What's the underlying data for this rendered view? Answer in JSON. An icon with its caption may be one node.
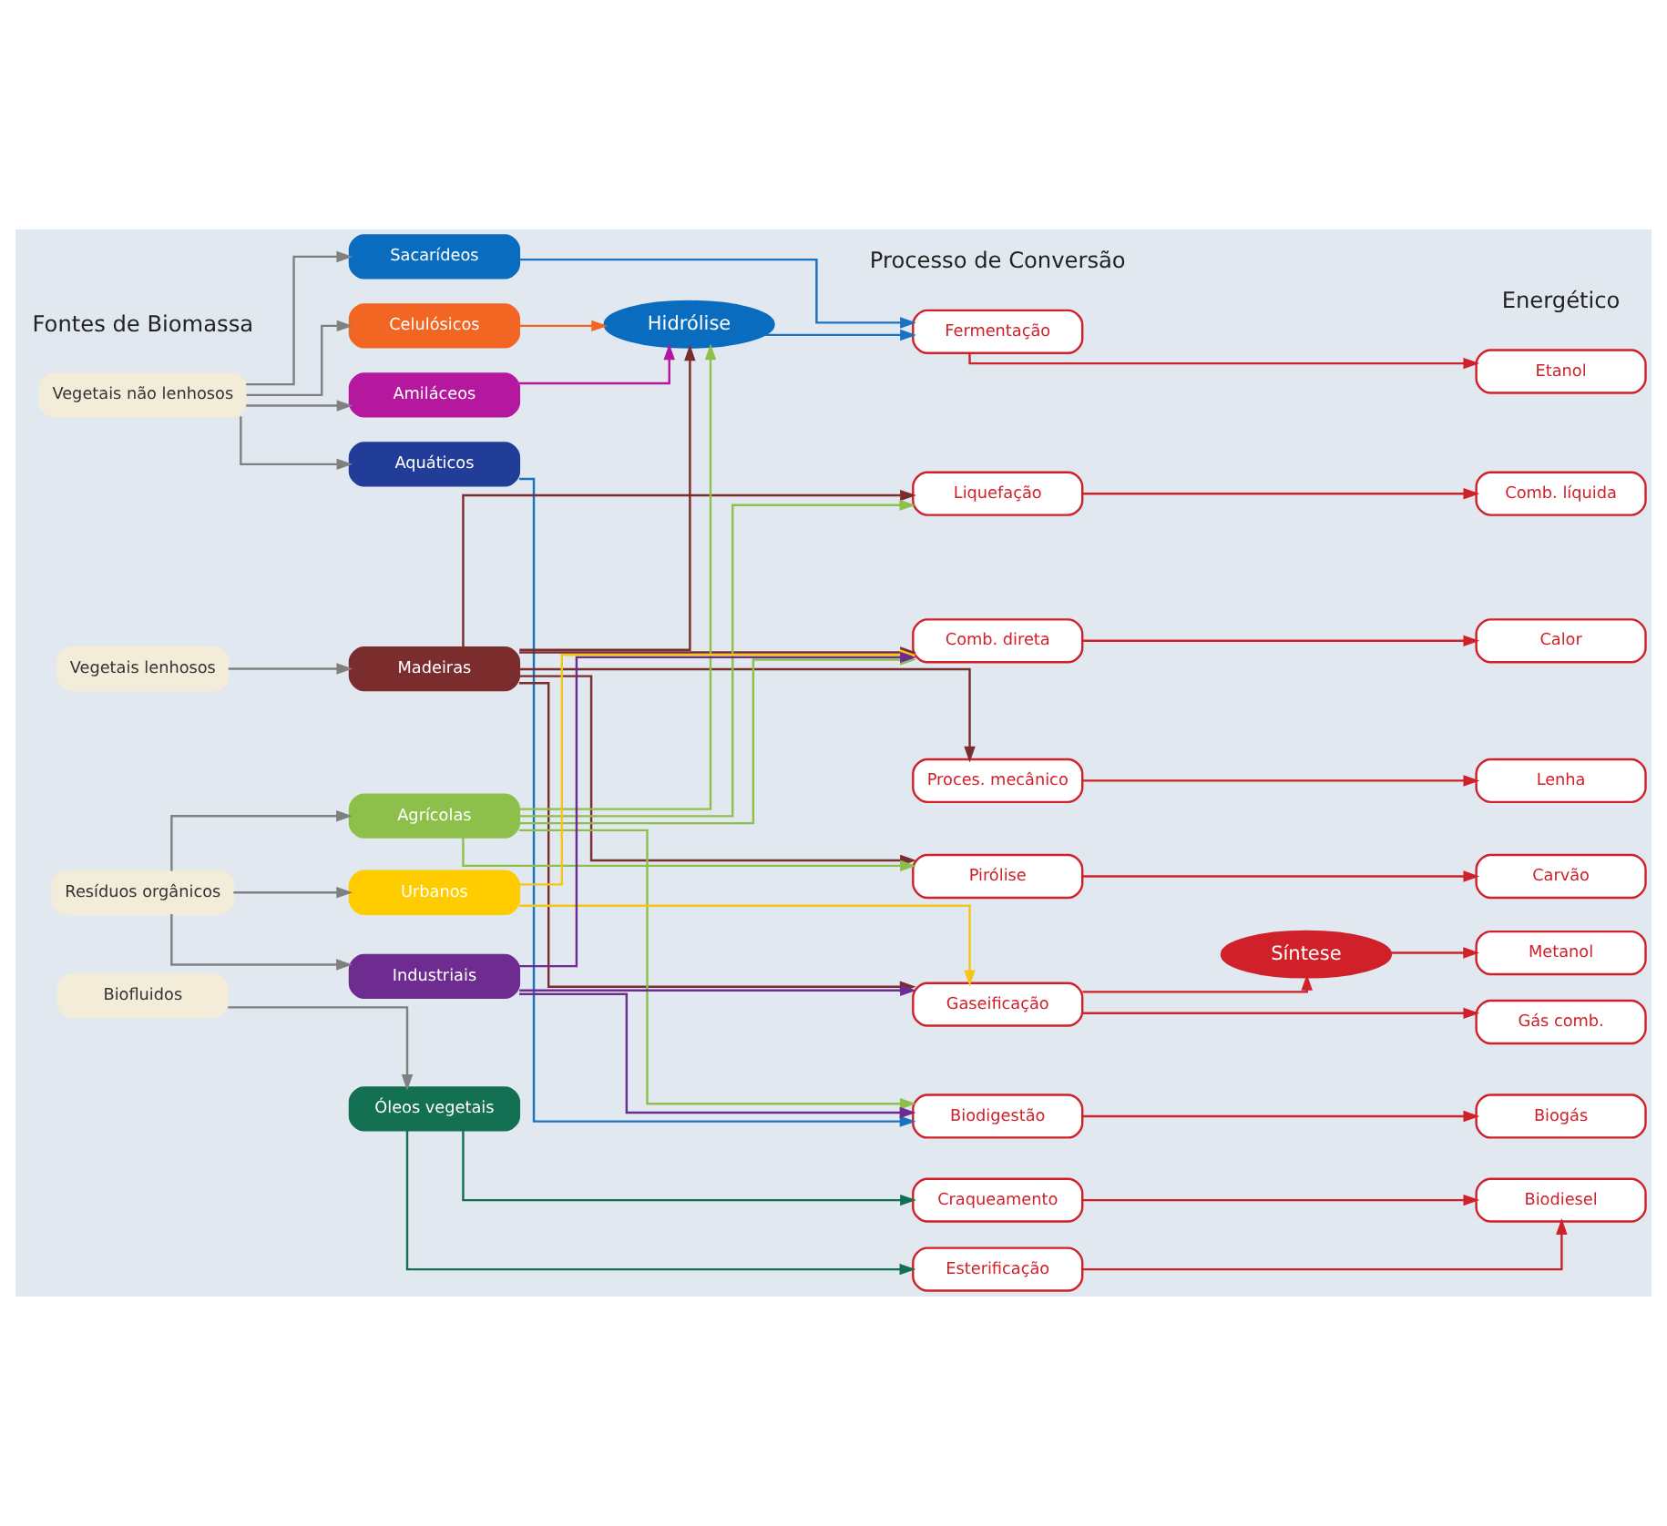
{
  "diagram": {
    "nodes": [
      {
        "text": [
          "Vegetais não lenhosos"
        ]
      },
      {
        "text": [
          "Vegetais lenhosos"
        ]
      },
      {
        "text": [
          "Resíduos orgânicos"
        ]
      },
      {
        "text": [
          "Biofluidos"
        ]
      },
      {
        "text": [
          "Sacarídeos"
        ]
      },
      {
        "text": [
          "Celulósicos"
        ]
      },
      {
        "text": [
          "Amiláceos"
        ]
      },
      {
        "text": [
          "Aquáticos"
        ]
      },
      {
        "text": [
          "Madeiras"
        ]
      },
      {
        "text": [
          "Agrícolas"
        ]
      },
      {
        "text": [
          "Urbanos"
        ]
      },
      {
        "text": [
          "Industriais"
        ]
      },
      {
        "text": [
          "Óleos vegetais"
        ]
      },
      {
        "text": [
          "Hidrólise"
        ]
      },
      {
        "text": [
          "Fermentação"
        ]
      },
      {
        "text": [
          "Liquefação"
        ]
      },
      {
        "text": [
          "Comb. direta"
        ]
      },
      {
        "text": [
          "Proces. mecânico"
        ]
      },
      {
        "text": [
          "Pirólise"
        ]
      },
      {
        "text": [
          "Gaseificação"
        ]
      },
      {
        "text": [
          "Biodigestão"
        ]
      },
      {
        "text": [
          "Craqueamento"
        ]
      },
      {
        "text": [
          "Esterificação"
        ]
      },
      {
        "text": [
          "Síntese"
        ]
      },
      {
        "text": [
          "Etanol"
        ]
      },
      {
        "text": [
          "Comb. líquida"
        ]
      },
      {
        "text": [
          "Calor"
        ]
      },
      {
        "text": [
          "Lenha"
        ]
      },
      {
        "text": [
          "Carvão"
        ]
      },
      {
        "text": [
          "Metanol"
        ]
      },
      {
        "text": [
          "Gás comb."
        ]
      },
      {
        "text": [
          "Biogás"
        ]
      },
      {
        "text": [
          "Biodiesel"
        ]
      }
    ],
    "edges": [
      {
        "from": 0,
        "to": 4,
        "arrow": "to",
        "color": "#808080"
      },
      {
        "from": 0,
        "to": 5,
        "arrow": "to",
        "color": "#808080"
      },
      {
        "from": 0,
        "to": 6,
        "arrow": "to",
        "color": "#808080"
      },
      {
        "from": 0,
        "to": 7,
        "arrow": "to",
        "color": "#808080"
      },
      {
        "from": 1,
        "to": 8,
        "arrow": "to",
        "color": "#808080"
      },
      {
        "from": 2,
        "to": 9,
        "arrow": "to",
        "color": "#808080"
      },
      {
        "from": 2,
        "to": 10,
        "arrow": "to",
        "color": "#808080"
      },
      {
        "from": 2,
        "to": 11,
        "arrow": "to",
        "color": "#808080"
      },
      {
        "from": 3,
        "to": 12,
        "arrow": "to",
        "color": "#808080"
      },
      {
        "from": 4,
        "to": 14,
        "arrow": "to",
        "color": "#1a72c0"
      },
      {
        "from": 13,
        "to": 14,
        "arrow": "to",
        "color": "#1a72c0"
      },
      {
        "from": 5,
        "to": 13,
        "arrow": "to",
        "color": "#f26522"
      },
      {
        "from": 6,
        "to": 13,
        "arrow": "to",
        "color": "#b5179e"
      },
      {
        "from": 8,
        "to": 13,
        "arrow": "to",
        "color": "#7b2d2d"
      },
      {
        "from": 8,
        "to": 15,
        "arrow": "to",
        "color": "#7b2d2d"
      },
      {
        "from": 8,
        "to": 16,
        "arrow": "to",
        "color": "#7b2d2d"
      },
      {
        "from": 8,
        "to": 17,
        "arrow": "to",
        "color": "#7b2d2d"
      },
      {
        "from": 8,
        "to": 18,
        "arrow": "to",
        "color": "#7b2d2d"
      },
      {
        "from": 8,
        "to": 19,
        "arrow": "to",
        "color": "#7b2d2d"
      },
      {
        "from": 9,
        "to": 13,
        "arrow": "to",
        "color": "#8dc04a"
      },
      {
        "from": 9,
        "to": 15,
        "arrow": "to",
        "color": "#8dc04a"
      },
      {
        "from": 9,
        "to": 16,
        "arrow": "to",
        "color": "#8dc04a"
      },
      {
        "from": 9,
        "to": 18,
        "arrow": "to",
        "color": "#8dc04a"
      },
      {
        "from": 9,
        "to": 20,
        "arrow": "to",
        "color": "#8dc04a"
      },
      {
        "from": 10,
        "to": 16,
        "arrow": "to",
        "color": "#f5c518"
      },
      {
        "from": 10,
        "to": 19,
        "arrow": "to",
        "color": "#f5c518"
      },
      {
        "from": 11,
        "to": 16,
        "arrow": "to",
        "color": "#6e2c91"
      },
      {
        "from": 11,
        "to": 19,
        "arrow": "to",
        "color": "#6e2c91"
      },
      {
        "from": 11,
        "to": 20,
        "arrow": "to",
        "color": "#6e2c91"
      },
      {
        "from": 7,
        "to": 20,
        "arrow": "to",
        "color": "#1a72c0"
      },
      {
        "from": 12,
        "to": 21,
        "arrow": "to",
        "color": "#137052"
      },
      {
        "from": 12,
        "to": 22,
        "arrow": "to",
        "color": "#137052"
      },
      {
        "from": 14,
        "to": 24,
        "arrow": "to"
      },
      {
        "from": 15,
        "to": 25,
        "arrow": "to"
      },
      {
        "from": 16,
        "to": 26,
        "arrow": "to"
      },
      {
        "from": 17,
        "to": 27,
        "arrow": "to"
      },
      {
        "from": 18,
        "to": 28,
        "arrow": "to"
      },
      {
        "from": 19,
        "to": 23,
        "arrow": "to"
      },
      {
        "from": 23,
        "to": 29,
        "arrow": "to"
      },
      {
        "from": 19,
        "to": 30,
        "arrow": "to"
      },
      {
        "from": 20,
        "to": 31,
        "arrow": "to"
      },
      {
        "from": 21,
        "to": 32,
        "arrow": "to"
      },
      {
        "from": 22,
        "to": 32,
        "arrow": "to"
      }
    ],
    "labels": [
      "Fontes de Biomassa",
      "Processo de Conversão",
      "Energético"
    ]
  }
}
